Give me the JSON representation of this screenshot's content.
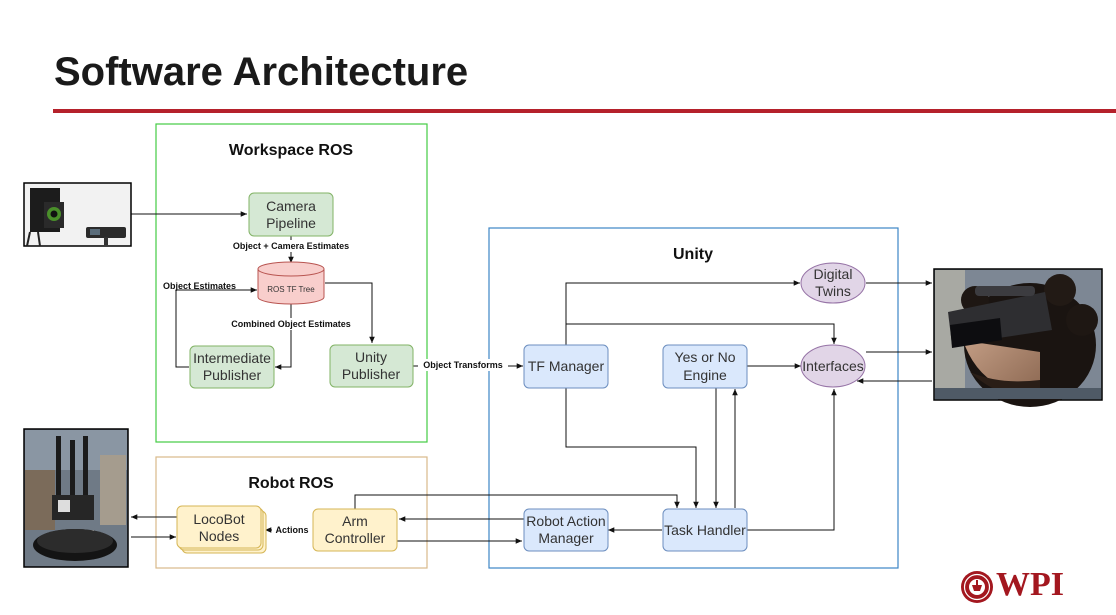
{
  "slide": {
    "title": "Software Architecture",
    "logo_text": "WPI"
  },
  "colors": {
    "accent_red": "#b5212b",
    "green_node_fill": "#d5e8d4",
    "green_node_stroke": "#82b366",
    "blue_node_fill": "#dae8fc",
    "blue_node_stroke": "#6c8ebf",
    "purple_node_fill": "#e1d5e7",
    "purple_node_stroke": "#9673a6",
    "yellow_node_fill": "#fff2cc",
    "yellow_node_stroke": "#d6b656",
    "red_node_fill": "#f8cecc",
    "red_node_stroke": "#b85450"
  },
  "groups": {
    "workspace_ros": "Workspace ROS",
    "unity": "Unity",
    "robot_ros": "Robot ROS"
  },
  "nodes": {
    "camera_pipeline": [
      "Camera",
      "Pipeline"
    ],
    "ros_tf_tree": "ROS TF Tree",
    "intermediate_publisher": [
      "Intermediate",
      "Publisher"
    ],
    "unity_publisher": [
      "Unity",
      "Publisher"
    ],
    "tf_manager": "TF Manager",
    "yes_no_engine": [
      "Yes or No",
      "Engine"
    ],
    "interfaces": "Interfaces",
    "digital_twins": [
      "Digital",
      "Twins"
    ],
    "task_handler": "Task Handler",
    "robot_action_manager": [
      "Robot Action",
      "Manager"
    ],
    "arm_controller": [
      "Arm",
      "Controller"
    ],
    "locobot_nodes": [
      "LocoBot",
      "Nodes"
    ]
  },
  "edge_labels": {
    "object_camera_estimates": "Object + Camera Estimates",
    "object_estimates": "Object Estimates",
    "combined_object_estimates": "Combined Object Estimates",
    "object_transforms": "Object Transforms",
    "actions": "Actions"
  },
  "images": {
    "camera_photo": "camera-photo",
    "headset_user_photo": "headset-user-photo",
    "robot_photo": "robot-photo"
  }
}
